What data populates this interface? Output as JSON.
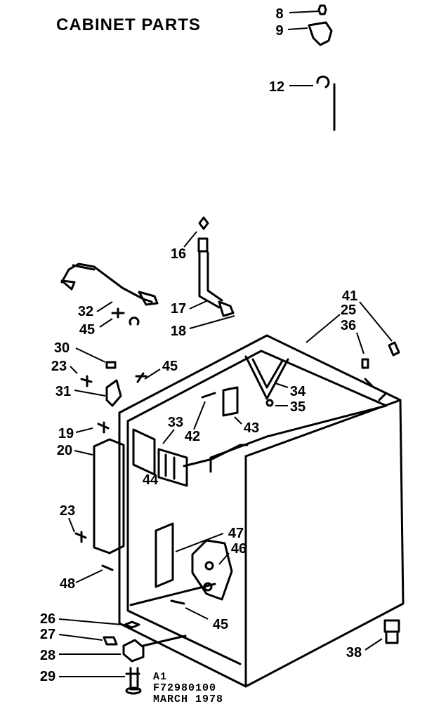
{
  "title": "CABINET PARTS",
  "callouts": [
    "8",
    "9",
    "12",
    "16",
    "17",
    "18",
    "32",
    "45",
    "30",
    "23",
    "31",
    "45",
    "19",
    "20",
    "33",
    "42",
    "43",
    "44",
    "34",
    "35",
    "41",
    "25",
    "36",
    "23",
    "48",
    "47",
    "46",
    "45",
    "26",
    "27",
    "28",
    "29",
    "38"
  ],
  "footer": {
    "line1": "A1",
    "line2": "F72980100",
    "line3": "MARCH 1978"
  }
}
